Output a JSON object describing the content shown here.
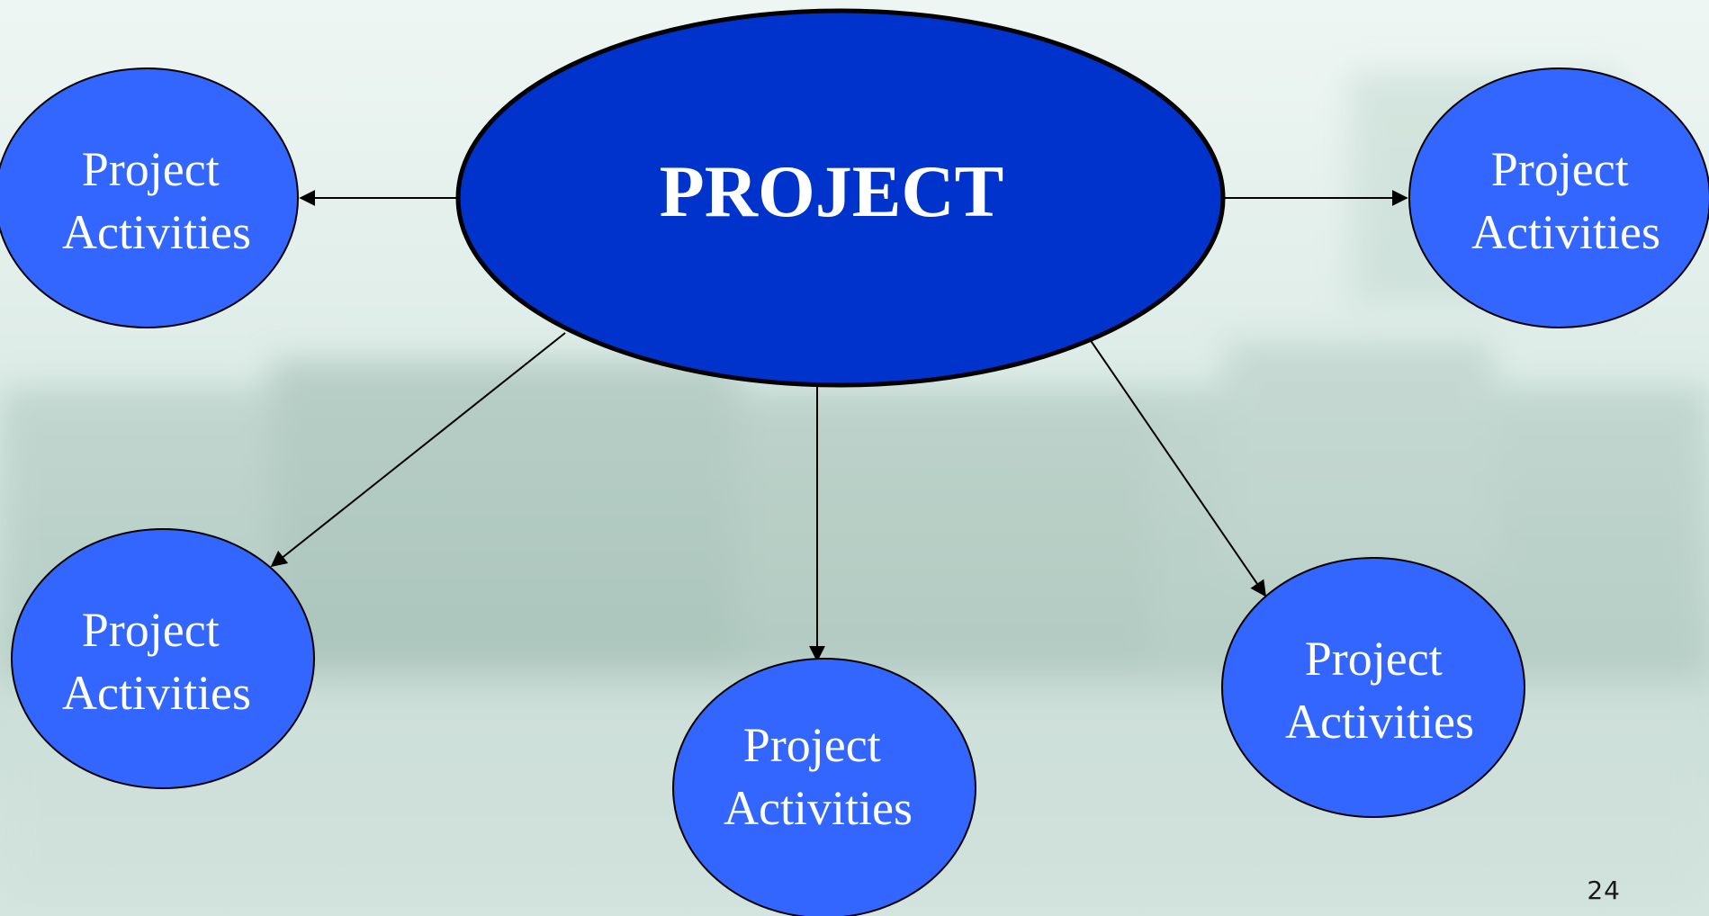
{
  "diagram": {
    "center": {
      "label": "PROJECT"
    },
    "nodes": [
      {
        "id": "top-left",
        "line1": "Project",
        "line2": "Activities"
      },
      {
        "id": "top-right",
        "line1": "Project",
        "line2": "Activities"
      },
      {
        "id": "bottom-left",
        "line1": "Project",
        "line2": "Activities"
      },
      {
        "id": "bottom-center",
        "line1": "Project",
        "line2": "Activities"
      },
      {
        "id": "bottom-right",
        "line1": "Project",
        "line2": "Activities"
      }
    ]
  },
  "colors": {
    "center_fill": "#0033cc",
    "node_fill": "#3366ff",
    "outline": "#000000",
    "text": "#ffffff"
  },
  "footer": {
    "page_number": "24"
  }
}
